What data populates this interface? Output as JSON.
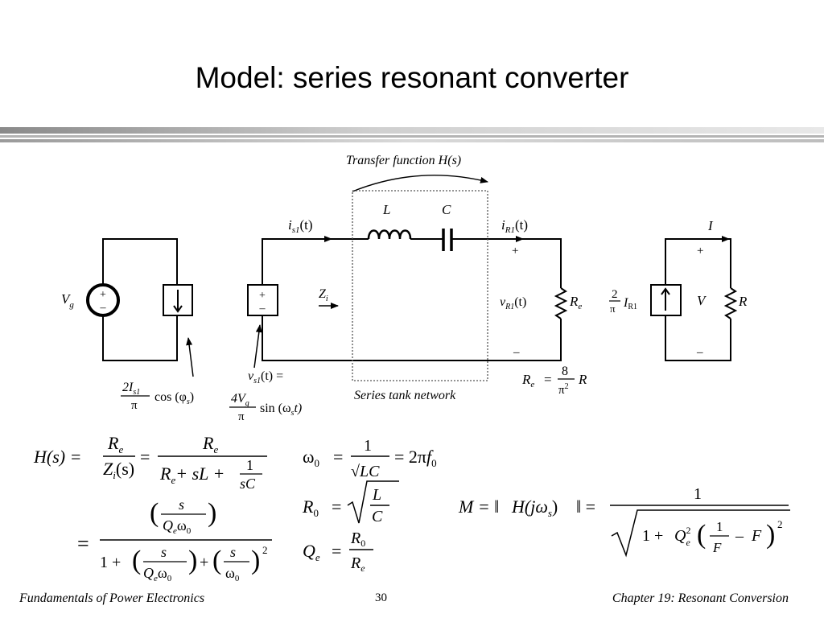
{
  "slide": {
    "title": "Model: series resonant converter",
    "page_number": "30"
  },
  "footer": {
    "left": "Fundamentals of Power Electronics",
    "right": "Chapter 19:  Resonant Conversion"
  },
  "circuit": {
    "transfer_label": "Transfer function H(s)",
    "tank_label": "Series tank network",
    "inductor": "L",
    "capacitor": "C",
    "vg": "V",
    "vg_sub": "g",
    "is1": "i",
    "is1_sub": "s1",
    "is1_arg": "(t)",
    "ir1": "i",
    "ir1_sub": "R1",
    "ir1_arg": "(t)",
    "zi": "Z",
    "zi_sub": "i",
    "vr1": "v",
    "vr1_sub": "R1",
    "vr1_arg": "(t)",
    "re": "R",
    "re_sub": "e",
    "current_out": "I",
    "voltage_out": "V",
    "load": "R",
    "plus": "+",
    "minus": "–",
    "src_coeff_num": "2I",
    "src_coeff_sub": "s1",
    "src_coeff_den": "π",
    "src_cos": "cos (φ",
    "src_cos_sub": "s",
    "src_close": ")",
    "vs1": "v",
    "vs1_sub": "s1",
    "vs1_rest": "(t) =",
    "vs1_num": "4V",
    "vs1_num_sub": "g",
    "vs1_den": "π",
    "vs1_sin": "sin (ω",
    "vs1_sin_sub": "s",
    "vs1_sin_end": "t)",
    "out_coeff_num": "2",
    "out_coeff_den": "π",
    "out_i": "I",
    "out_i_sub": "R1",
    "re_eq_lhs": "R",
    "re_eq_sub": "e",
    "re_eq_eq": "=",
    "re_eq_num": "8",
    "re_eq_den": "π",
    "re_eq_den_sup": "2",
    "re_eq_r": "R"
  },
  "equations": {
    "h_lhs": "H(s) =",
    "h_f1_num": "R",
    "h_f1_num_sub": "e",
    "h_f1_den": "Z",
    "h_f1_den_sub": "i",
    "h_f1_den_arg": "(s)",
    "eq_sign": "=",
    "h_f2_num": "R",
    "h_f2_num_sub": "e",
    "h_f2_den_a": "R",
    "h_f2_den_a_sub": "e",
    "h_f2_den_b": "+ sL +",
    "h_f2_den_one": "1",
    "h_f2_den_sc": "sC",
    "h_f3_num_s": "s",
    "h_f3_num_q": "Q",
    "h_f3_num_q_sub": "e",
    "h_f3_num_w": "ω",
    "h_f3_num_w_sub": "0",
    "h_f3_den_one": "1 +",
    "h_f3_den_s": "s",
    "h_f3_den_q": "Q",
    "h_f3_den_q_sub": "e",
    "h_f3_den_w": "ω",
    "h_f3_den_w_sub": "0",
    "h_f3_den_plus": "+",
    "h_f3_den_s2": "s",
    "h_f3_den_w2": "ω",
    "h_f3_den_w2_sub": "0",
    "h_f3_den_sq": "2",
    "w0_lhs": "ω",
    "w0_sub": "0",
    "w0_eq": "=",
    "w0_num": "1",
    "w0_den": "√LC",
    "w0_rhs": "= 2π",
    "w0_f": "f",
    "w0_f_sub": "0",
    "r0_lhs": "R",
    "r0_sub": "0",
    "r0_eq": "=",
    "r0_num": "L",
    "r0_den": "C",
    "qe_lhs": "Q",
    "qe_sub": "e",
    "qe_eq": "=",
    "qe_num": "R",
    "qe_num_sub": "0",
    "qe_den": "R",
    "qe_den_sub": "e",
    "m_lhs": "M = ‖",
    "m_h": "H(jω",
    "m_h_sub": "s",
    "m_h_close": ")",
    "m_close": "‖ =",
    "m_num": "1",
    "m_den_one": "1 +",
    "m_den_q": "Q",
    "m_den_q_sup": "2",
    "m_den_q_sub": "e",
    "m_den_one_f": "1",
    "m_den_f": "F",
    "m_den_minus": "–",
    "m_den_f2": "F",
    "m_den_sq": "2"
  }
}
